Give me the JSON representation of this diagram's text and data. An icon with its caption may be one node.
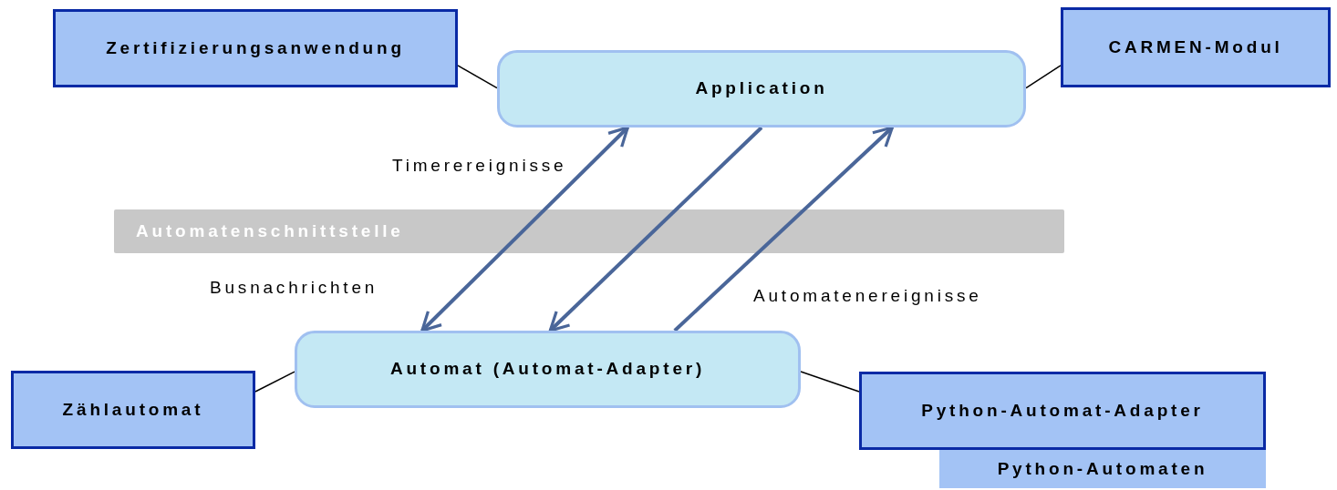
{
  "diagram": {
    "nodes": [
      {
        "text": [
          "Zertifizierungsanwendung"
        ]
      },
      {
        "text": [
          "Application"
        ]
      },
      {
        "text": [
          "CARMEN-Modul"
        ]
      },
      {
        "text": [
          "Automat (Automat-Adapter)"
        ]
      },
      {
        "text": [
          "Zählautomat"
        ]
      },
      {
        "text": [
          "Python-Automat-Adapter"
        ]
      },
      {
        "text": [
          "Python-Automaten"
        ]
      }
    ],
    "edges": [
      {
        "from": 0,
        "to": 1,
        "arrow": "none"
      },
      {
        "from": 2,
        "to": 1,
        "arrow": "none"
      },
      {
        "from": 3,
        "to": 1,
        "arrow": "both",
        "label": "Timerereignisse",
        "style": "thick",
        "color": "#4a6699"
      },
      {
        "from": 1,
        "to": 3,
        "arrow": "to",
        "style": "thick",
        "color": "#4a6699"
      },
      {
        "from": 3,
        "to": 1,
        "arrow": "to",
        "label": "Automatenereignisse",
        "style": "thick",
        "color": "#4a6699"
      },
      {
        "from": 4,
        "to": 3,
        "arrow": "none"
      },
      {
        "from": 5,
        "to": 3,
        "arrow": "none"
      }
    ],
    "labels": [
      "Automatenschnittstelle",
      "Busnachrichten"
    ]
  }
}
